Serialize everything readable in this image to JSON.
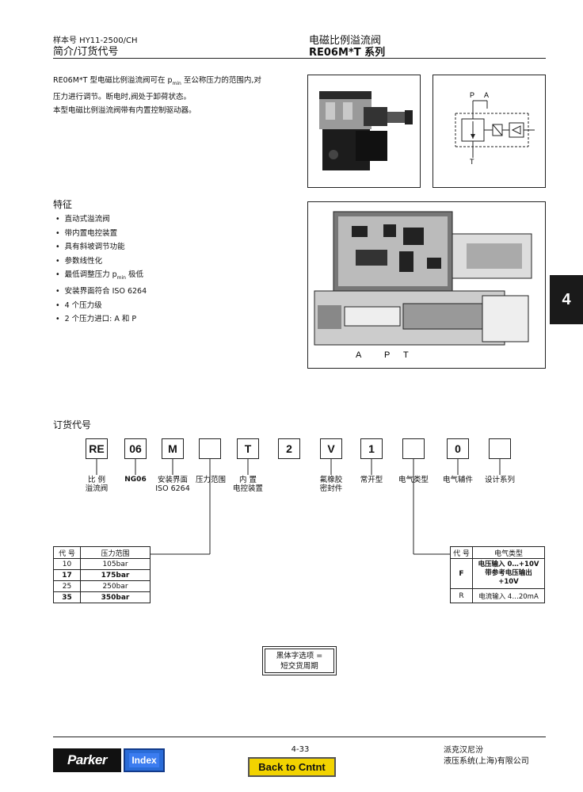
{
  "header": {
    "catalog": "样本号 HY11-2500/CH",
    "section": "简介/订货代号",
    "title": "电磁比例溢流阀",
    "series": "RE06M*T 系列"
  },
  "intro": {
    "line1": "RE06M*T 型电磁比例溢流阀可在 p",
    "line1_sub": "min",
    "line1_end": " 至公称压力的范围内,对",
    "line2": "压力进行调节。断电时,阀处于卸荷状态。",
    "line3": "本型电磁比例溢流阀带有内置控制驱动器。"
  },
  "features": {
    "title": "特征",
    "items": [
      "直动式溢流阀",
      "带内置电控装置",
      "具有斜坡调节功能",
      "参数线性化",
      "最低调整压力 p",
      "安装界面符合 ISO 6264",
      "4 个压力级",
      "2 个压力进口: A 和 P"
    ],
    "min_sub": "min",
    "min_end": " 极低"
  },
  "schematic": {
    "p": "P",
    "a": "A",
    "t": "T"
  },
  "section_drawing": {
    "a": "A",
    "p": "P",
    "t": "T"
  },
  "tab_number": "4",
  "ordering": {
    "title": "订货代号",
    "codes": [
      "RE",
      "06",
      "M",
      "",
      "T",
      "2",
      "V",
      "1",
      "",
      "0",
      ""
    ],
    "labels": {
      "re": "比 例\n溢流阀",
      "ng": "NG06",
      "mount": "安装界面\nISO 6264",
      "pressure": "压力范围",
      "electronics": "内 置\n电控装置",
      "seal": "氟橡胶\n密封件",
      "normally_open": "常开型",
      "electrical": "电气类型",
      "accessory": "电气辅件",
      "design": "设计系列"
    }
  },
  "pressure_table": {
    "headers": [
      "代 号",
      "压力范围"
    ],
    "rows": [
      [
        "10",
        "105bar"
      ],
      [
        "17",
        "175bar"
      ],
      [
        "25",
        "250bar"
      ],
      [
        "35",
        "350bar"
      ]
    ]
  },
  "elec_table": {
    "headers": [
      "代 号",
      "电气类型"
    ],
    "rows": [
      [
        "F",
        "电压输入 0…+10V\n带参考电压输出\n+10V"
      ],
      [
        "R",
        "电流输入 4…20mA"
      ]
    ]
  },
  "note": "黑体字选项 =\n短交货周期",
  "footer": {
    "brand": "Parker",
    "index": "Index",
    "page": "4-33",
    "back": "Back to Cntnt",
    "company1": "派克汉尼汾",
    "company2": "液压系统(上海)有限公司"
  }
}
